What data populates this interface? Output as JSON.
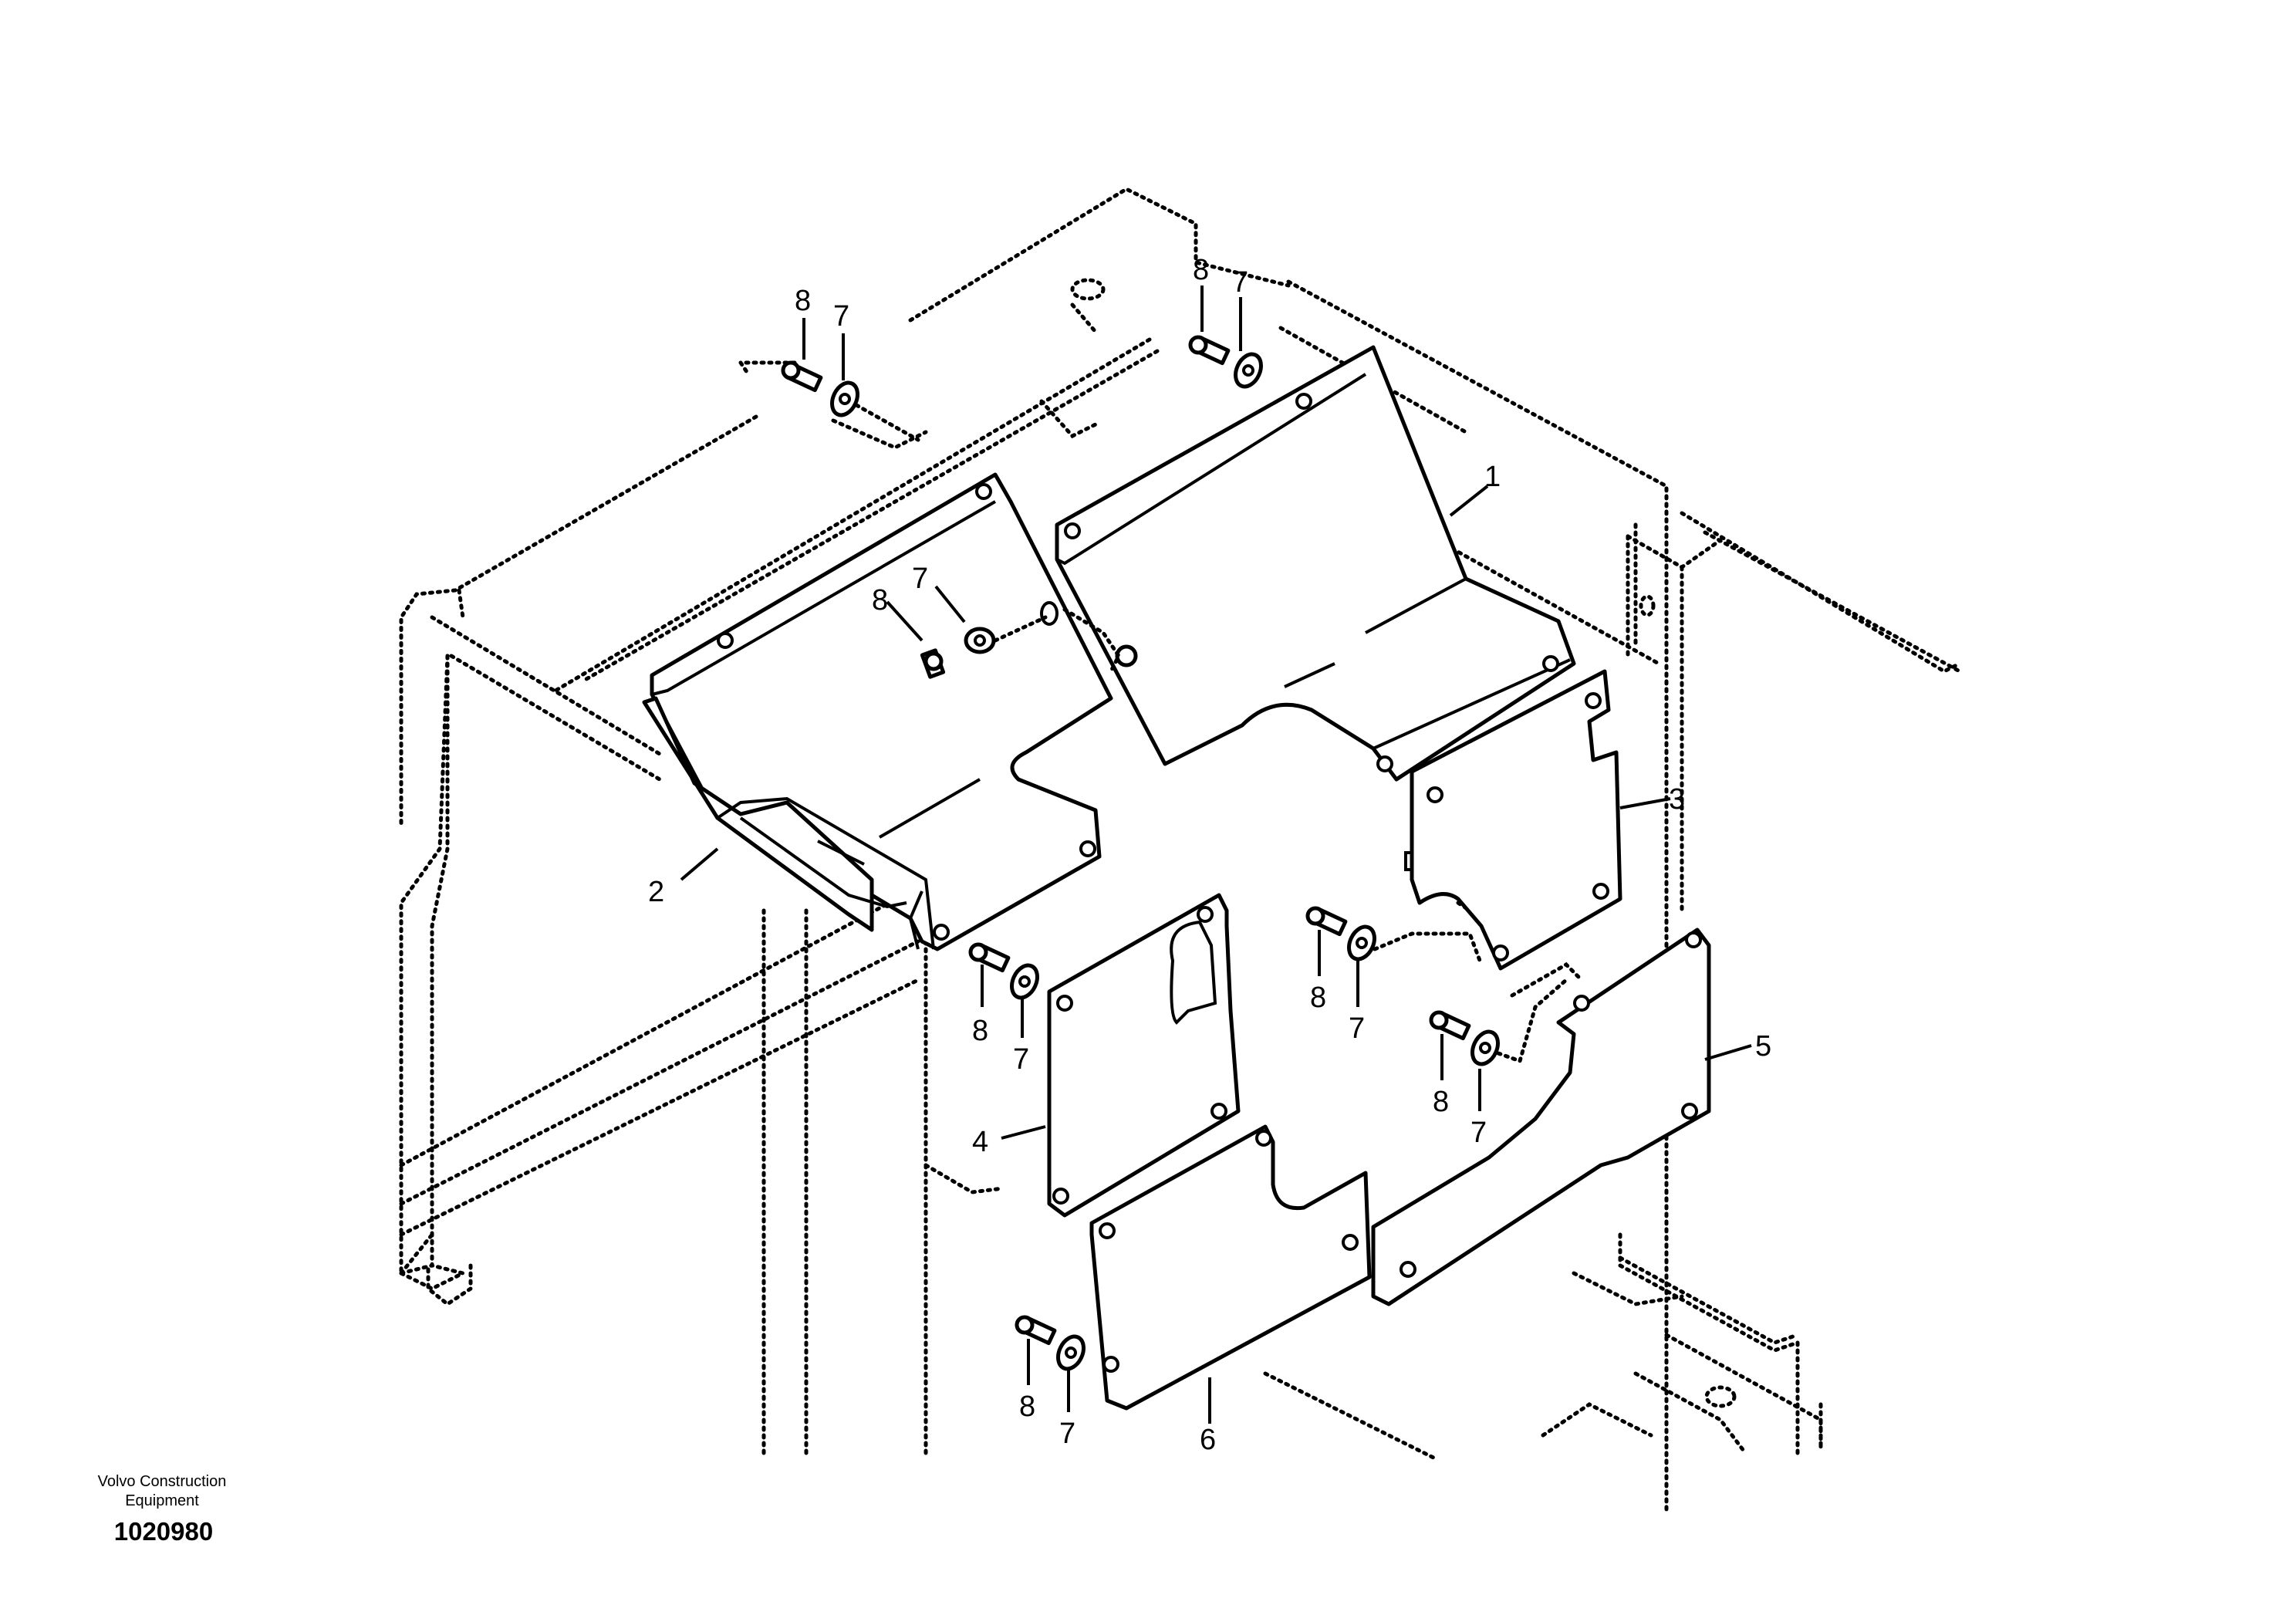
{
  "brand": {
    "line1": "Volvo Construction",
    "line2": "Equipment"
  },
  "drawing_number": "1020980",
  "callouts": {
    "c1": "1",
    "c2": "2",
    "c3": "3",
    "c4": "4",
    "c5": "5",
    "c6": "6",
    "c7a": "7",
    "c7b": "7",
    "c7c": "7",
    "c7d": "7",
    "c7e": "7",
    "c7f": "7",
    "c7g": "7",
    "c8a": "8",
    "c8b": "8",
    "c8c": "8",
    "c8d": "8",
    "c8e": "8",
    "c8f": "8",
    "c8g": "8"
  }
}
